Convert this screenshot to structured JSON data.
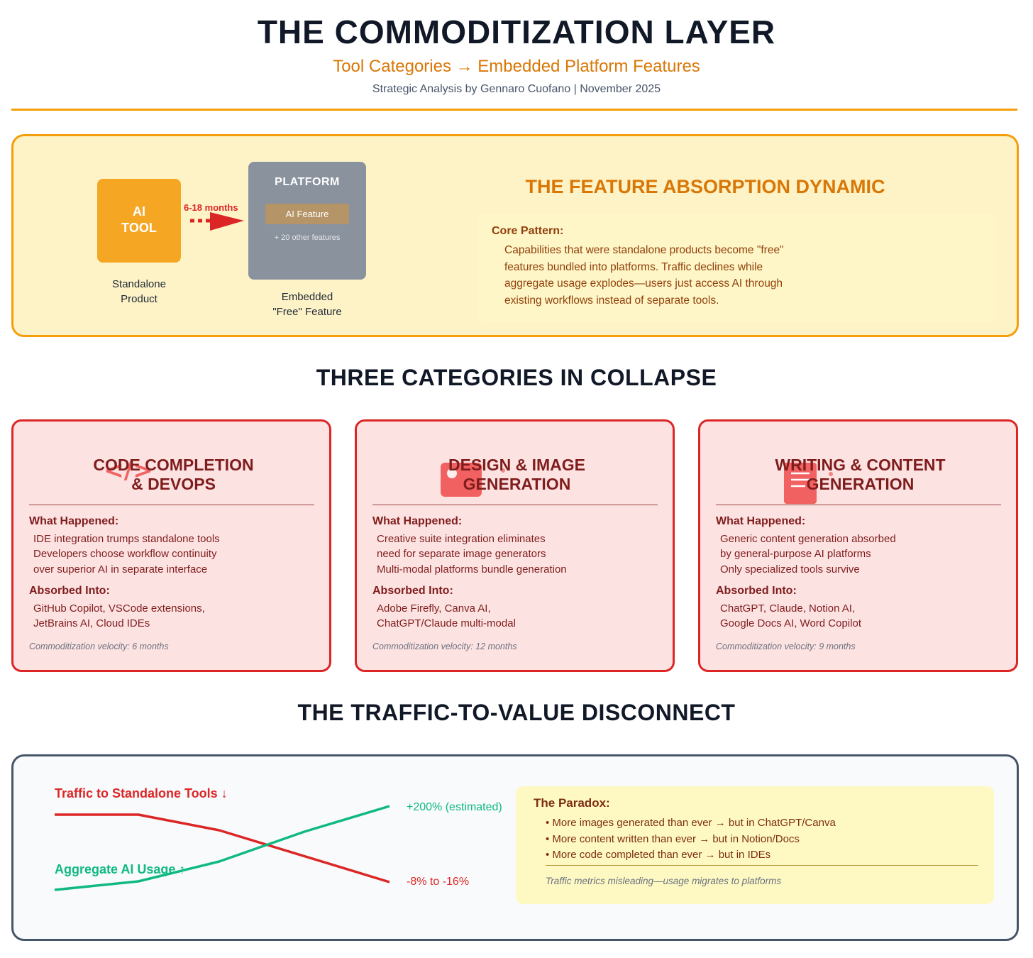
{
  "header": {
    "title": "THE COMMODITIZATION LAYER",
    "subtitle": "Tool Categories → Embedded Platform Features",
    "byline": "Strategic Analysis by Gennaro Cuofano | November 2025"
  },
  "absorption": {
    "ai_tool_line1": "AI",
    "ai_tool_line2": "TOOL",
    "ai_tool_caption_line1": "Standalone",
    "ai_tool_caption_line2": "Product",
    "transition_label": "6-18 months",
    "platform_title": "PLATFORM",
    "platform_feature": "AI Feature",
    "platform_other": "+ 20 other features",
    "platform_caption_line1": "Embedded",
    "platform_caption_line2": "\"Free\" Feature",
    "title": "THE FEATURE ABSORPTION DYNAMIC",
    "core_label": "Core Pattern:",
    "core_text": "Capabilities that were standalone products become \"free\" features bundled into platforms. Traffic declines while aggregate usage explodes—users just access AI through existing workflows instead of separate tools.",
    "colors": {
      "tool": "#f5a623",
      "platform": "#8a929e",
      "arrow": "#dc2626"
    }
  },
  "categories_title": "THREE CATEGORIES IN COLLAPSE",
  "categories": [
    {
      "icon": "code-icon",
      "icon_glyph": "</>",
      "title_line1": "CODE COMPLETION",
      "title_line2": "& DEVOPS",
      "happened_label": "What Happened:",
      "happened": [
        "IDE integration trumps standalone tools",
        "Developers choose workflow continuity",
        "over superior AI in separate interface"
      ],
      "absorbed_label": "Absorbed Into:",
      "absorbed": [
        "GitHub Copilot, VSCode extensions,",
        "JetBrains AI, Cloud IDEs"
      ],
      "velocity": "Commoditization velocity: 6 months"
    },
    {
      "icon": "image-icon",
      "title_line1": "DESIGN & IMAGE",
      "title_line2": "GENERATION",
      "happened_label": "What Happened:",
      "happened": [
        "Creative suite integration eliminates",
        "need for separate image generators",
        "Multi-modal platforms bundle generation"
      ],
      "absorbed_label": "Absorbed Into:",
      "absorbed": [
        "Adobe Firefly, Canva AI,",
        "ChatGPT/Claude multi-modal"
      ],
      "velocity": "Commoditization velocity: 12 months"
    },
    {
      "icon": "document-icon",
      "title_line1": "WRITING & CONTENT",
      "title_line2": "GENERATION",
      "happened_label": "What Happened:",
      "happened": [
        "Generic content generation absorbed",
        "by general-purpose AI platforms",
        "Only specialized tools survive"
      ],
      "absorbed_label": "Absorbed Into:",
      "absorbed": [
        "ChatGPT, Claude, Notion AI,",
        "Google Docs AI, Word Copilot"
      ],
      "velocity": "Commoditization velocity: 9 months"
    }
  ],
  "traffic_title": "THE TRAFFIC-TO-VALUE DISCONNECT",
  "traffic": {
    "traffic_label": "Traffic to Standalone Tools ↓",
    "usage_label": "Aggregate AI Usage ↑",
    "usage_value": "+200% (estimated)",
    "traffic_value": "-8% to -16%",
    "colors": {
      "traffic": "#dc2626",
      "usage": "#10b981"
    },
    "paradox_title": "The Paradox:",
    "paradox_items": [
      "• More images generated than ever → but in ChatGPT/Canva",
      "• More content written than ever → but in Notion/Docs",
      "• More code completed than ever → but in IDEs"
    ],
    "paradox_note": "Traffic metrics misleading—usage migrates to platforms"
  }
}
